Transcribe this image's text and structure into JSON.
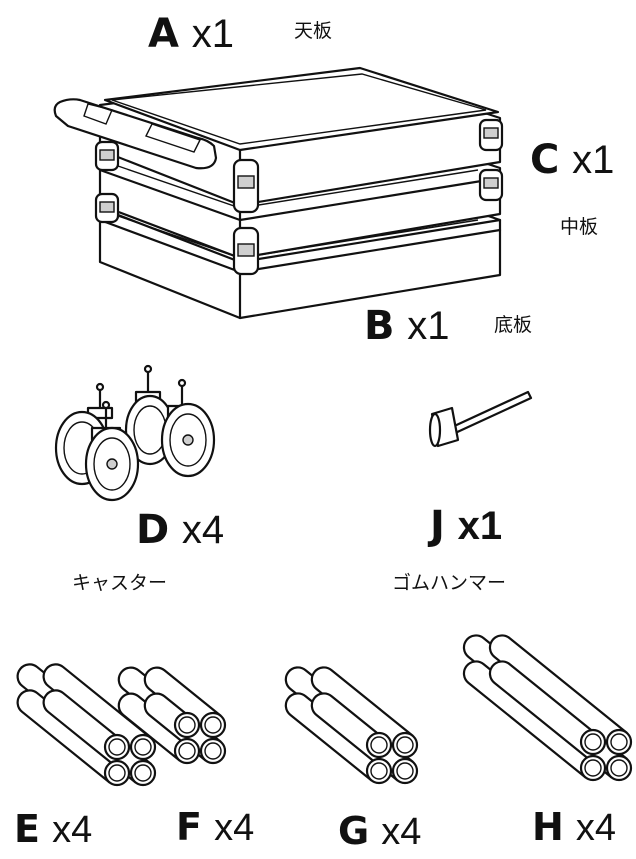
{
  "parts": {
    "a": {
      "letter": "A",
      "qty": "x1",
      "name": "天板"
    },
    "b": {
      "letter": "B",
      "qty": "x1",
      "name": "底板"
    },
    "c": {
      "letter": "C",
      "qty": "x1",
      "name": "中板"
    },
    "d": {
      "letter": "D",
      "qty": "x4",
      "name": "キャスター"
    },
    "j": {
      "letter": "J",
      "qty": "x1",
      "name": "ゴムハンマー"
    },
    "e": {
      "letter": "E",
      "qty": "x4"
    },
    "f": {
      "letter": "F",
      "qty": "x4"
    },
    "g": {
      "letter": "G",
      "qty": "x4"
    },
    "h": {
      "letter": "H",
      "qty": "x4"
    }
  },
  "illustrations": {
    "cart": "assembled-cart-illustration",
    "casters": "caster-wheels-illustration",
    "mallet": "rubber-mallet-illustration",
    "poles": "pole-bundle-illustration"
  }
}
